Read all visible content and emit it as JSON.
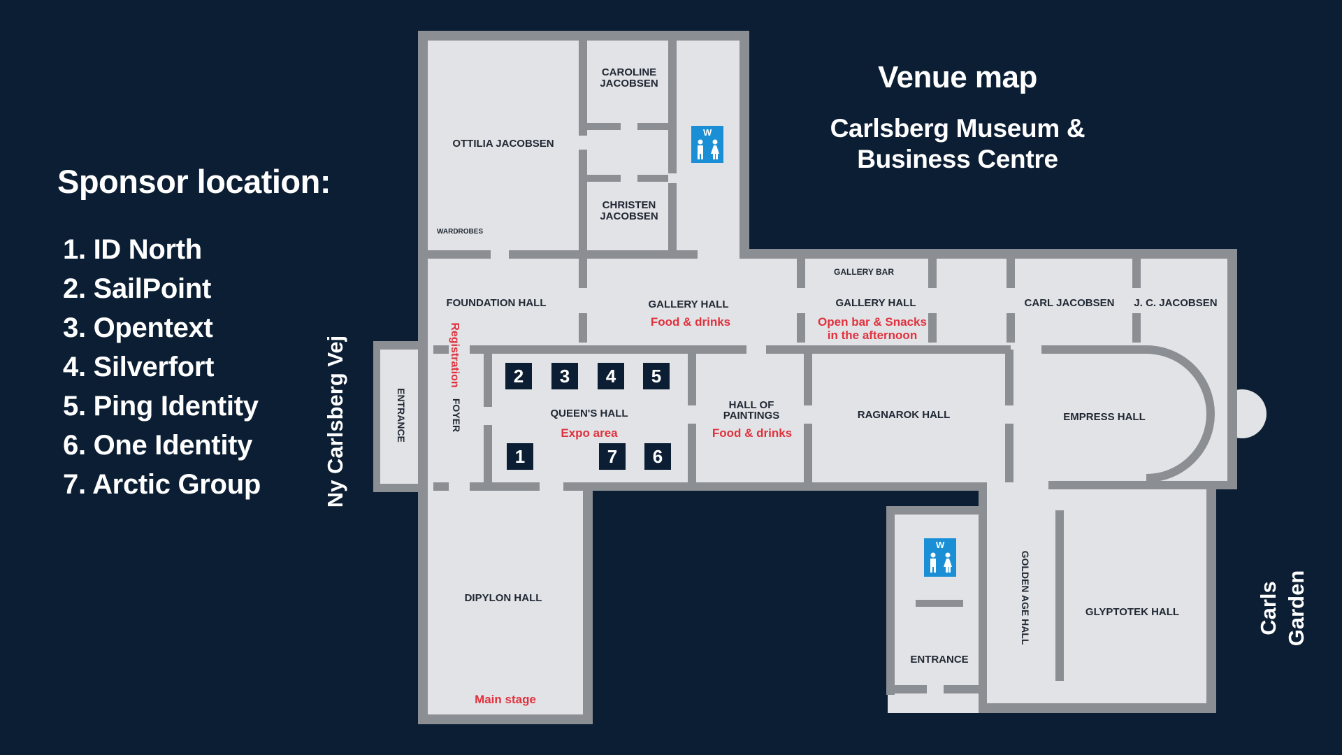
{
  "sponsor_panel": {
    "title": "Sponsor location:",
    "items": [
      "1. ID North",
      "2. SailPoint",
      "3. Opentext",
      "4. Silverfort",
      "5. Ping Identity",
      "6. One Identity",
      "7. Arctic Group"
    ]
  },
  "venue": {
    "title": "Venue map",
    "subtitle_line1": "Carlsberg Museum &",
    "subtitle_line2": "Business Centre"
  },
  "streets": {
    "west": "Ny Carlsberg Vej",
    "east_line1": "Carls",
    "east_line2": "Garden"
  },
  "rooms": {
    "caroline_1": "CAROLINE",
    "caroline_2": "JACOBSEN",
    "ottilia": "OTTILIA JACOBSEN",
    "christen_1": "CHRISTEN",
    "christen_2": "JACOBSEN",
    "wardrobes": "WARDROBES",
    "foundation": "FOUNDATION HALL",
    "gallery_hall": "GALLERY HALL",
    "gallery_bar": "GALLERY BAR",
    "gallery_hall_2": "GALLERY HALL",
    "carl_jacobsen": "CARL JACOBSEN",
    "jc_jacobsen": "J. C. JACOBSEN",
    "entrance_west": "ENTRANCE",
    "foyer": "FOYER",
    "queens_hall": "QUEEN'S HALL",
    "hall_paintings_1": "HALL OF",
    "hall_paintings_2": "PAINTINGS",
    "ragnarok": "RAGNAROK HALL",
    "empress": "EMPRESS HALL",
    "dipylon": "DIPYLON HALL",
    "golden_age": "GOLDEN AGE HALL",
    "glyptotek": "GLYPTOTEK HALL",
    "entrance_east": "ENTRANCE"
  },
  "notes": {
    "gallery_food": "Food & drinks",
    "open_bar_1": "Open bar & Snacks",
    "open_bar_2": "in the afternoon",
    "registration": "Registration",
    "expo": "Expo area",
    "paintings_food": "Food & drinks",
    "main_stage": "Main stage"
  },
  "wc_icons": [
    {
      "icon": "restroom-icon",
      "label": "W"
    },
    {
      "icon": "restroom-icon",
      "label": "W"
    }
  ],
  "booths": [
    "2",
    "3",
    "4",
    "5",
    "1",
    "7",
    "6"
  ],
  "colors": {
    "background": "#0b1e33",
    "floor": "#e2e3e6",
    "wall": "#8b8e93",
    "label": "#1f2733",
    "highlight": "#e0313d",
    "booth": "#0b1e33",
    "wc": "#1a8fd6"
  }
}
